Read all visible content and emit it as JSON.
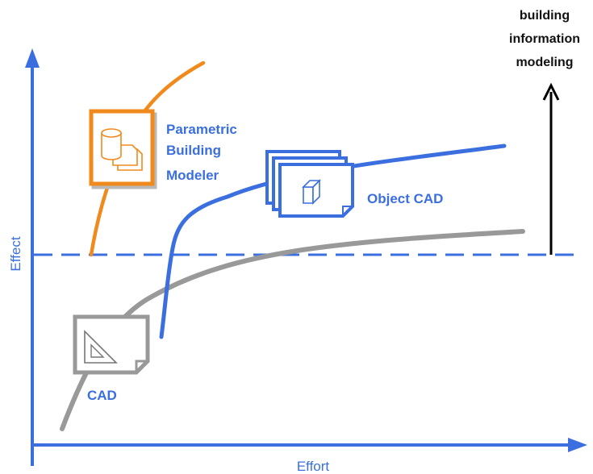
{
  "axes": {
    "x_label": "Effort",
    "y_label": "Effect"
  },
  "labels": {
    "bim_line1": "building",
    "bim_line2": "information",
    "bim_line3": "modeling",
    "pbm_line1": "Parametric",
    "pbm_line2": "Building",
    "pbm_line3": "Modeler",
    "object_cad": "Object CAD",
    "cad": "CAD"
  },
  "icons": {
    "cad": "drafting-triangle-document-icon",
    "object_cad": "stacked-documents-cube-icon",
    "parametric": "cylinder-documents-icon"
  },
  "colors": {
    "axis_blue": "#3b6fe0",
    "orange": "#f08a1c",
    "gray": "#8c8c8c",
    "black": "#000000"
  }
}
